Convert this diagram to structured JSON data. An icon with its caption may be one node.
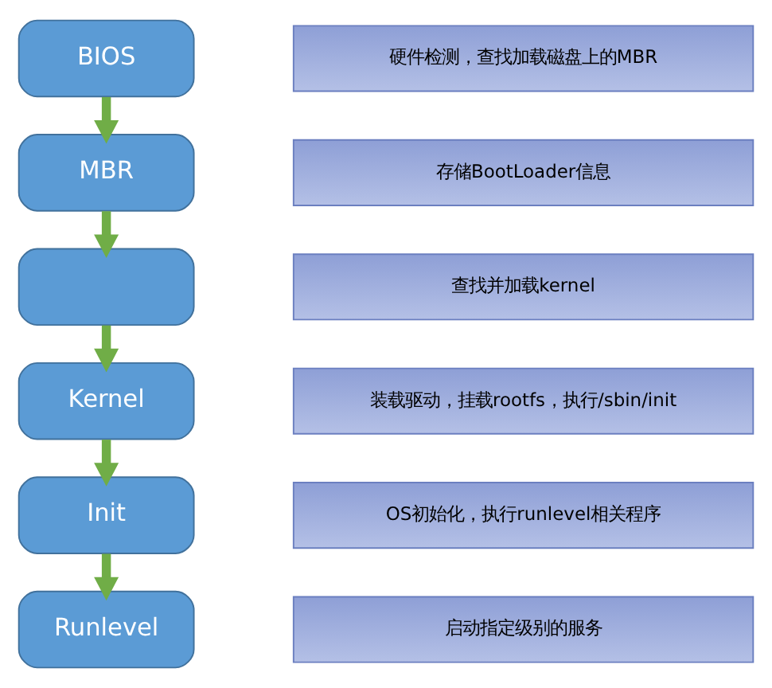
{
  "diagram": {
    "nodes": [
      {
        "text": [
          "BIOS"
        ]
      },
      {
        "text": [
          "硬件检测，查找加载磁盘上的MBR"
        ]
      },
      {
        "text": [
          "MBR"
        ]
      },
      {
        "text": [
          "存储BootLoader信息"
        ]
      },
      {
        "text": [],
        "shape": "box"
      },
      {
        "text": [
          "查找并加载kernel"
        ]
      },
      {
        "text": [
          "Kernel"
        ]
      },
      {
        "text": [
          "装载驱动，挂载rootfs，执行/sbin/init"
        ]
      },
      {
        "text": [
          "Init"
        ]
      },
      {
        "text": [
          "OS初始化，执行runlevel相关程序"
        ]
      },
      {
        "text": [
          "Runlevel"
        ]
      },
      {
        "text": [
          "启动指定级别的服务"
        ]
      }
    ],
    "edges": [
      {
        "from": 0,
        "to": 2,
        "arrow": "to"
      },
      {
        "from": 2,
        "to": 4,
        "arrow": "to"
      },
      {
        "from": 4,
        "to": 6,
        "arrow": "to"
      },
      {
        "from": 6,
        "to": 8,
        "arrow": "to"
      },
      {
        "from": 8,
        "to": 10,
        "arrow": "to"
      }
    ]
  }
}
